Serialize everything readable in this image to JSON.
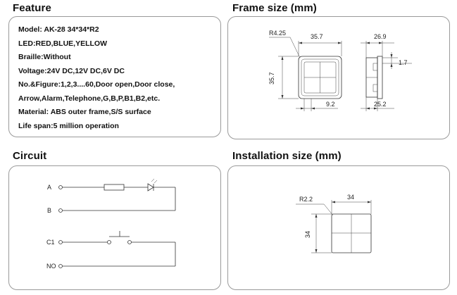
{
  "feature": {
    "title": "Feature",
    "items": [
      "Model: AK-28  34*34*R2",
      "LED:RED,BLUE,YELLOW",
      "Braille:Without",
      "Voltage:24V DC,12V DC,6V DC",
      "No.&Figure:1,2,3....60,Door open,Door close,",
      "Arrow,Alarm,Telephone,G,B,P,B1,B2,etc.",
      "Material: ABS outer frame,S/S surface",
      "Life span:5 million operation"
    ]
  },
  "frame_size": {
    "title": "Frame size (mm)",
    "dims": {
      "radius": "R4.25",
      "width": "35.7",
      "height": "35.7",
      "inner_width": "9.2",
      "depth": "26.9",
      "side_offset": "1.7",
      "side_base": "25.2"
    }
  },
  "circuit": {
    "title": "Circuit",
    "terminals": [
      "A",
      "B",
      "C1",
      "NO"
    ]
  },
  "installation_size": {
    "title": "Installation size (mm)",
    "dims": {
      "radius": "R2.2",
      "width": "34",
      "height": "34"
    }
  }
}
